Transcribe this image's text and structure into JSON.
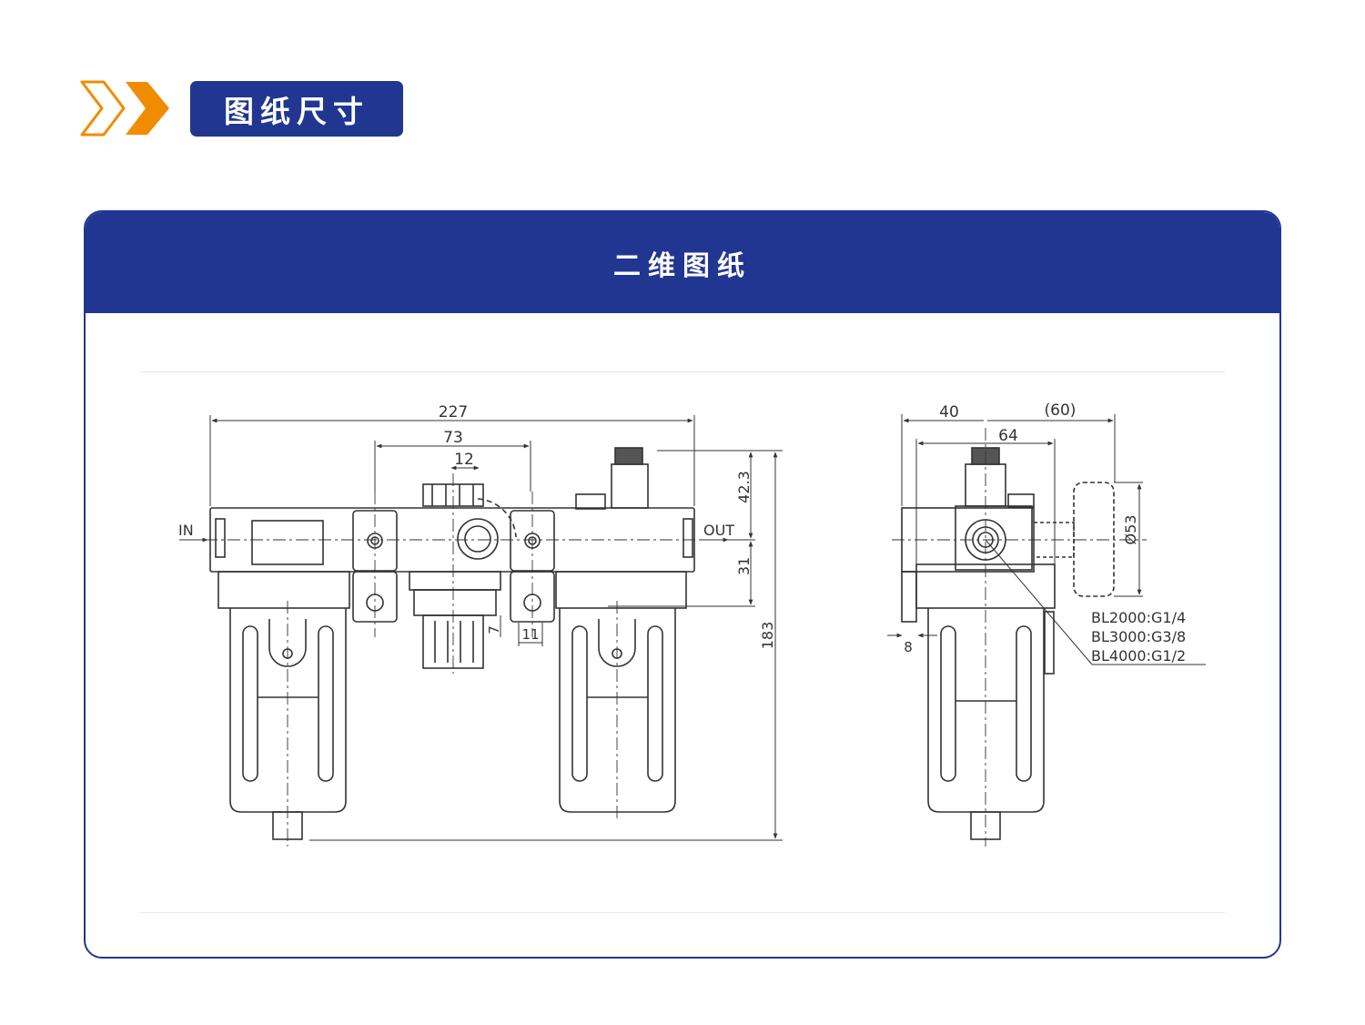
{
  "header": {
    "title": "图纸尺寸"
  },
  "panel": {
    "title": "二维图纸"
  },
  "front_view": {
    "dims": {
      "overall_width": "227",
      "regulator_width": "73",
      "knob": "12",
      "top_height": "42.3",
      "port_height": "31",
      "overall_height": "183",
      "offset_7": "7",
      "offset_11": "11"
    },
    "labels": {
      "inlet": "IN",
      "outlet": "OUT"
    }
  },
  "side_view": {
    "dims": {
      "d40": "40",
      "d60": "(60)",
      "d64": "64",
      "diameter": "Ø53",
      "d8": "8"
    },
    "port_sizes": [
      "BL2000:G1/4",
      "BL3000:G3/8",
      "BL4000:G1/2"
    ]
  },
  "colors": {
    "brand_blue": "#213690",
    "accent_orange": "#F08C00"
  }
}
